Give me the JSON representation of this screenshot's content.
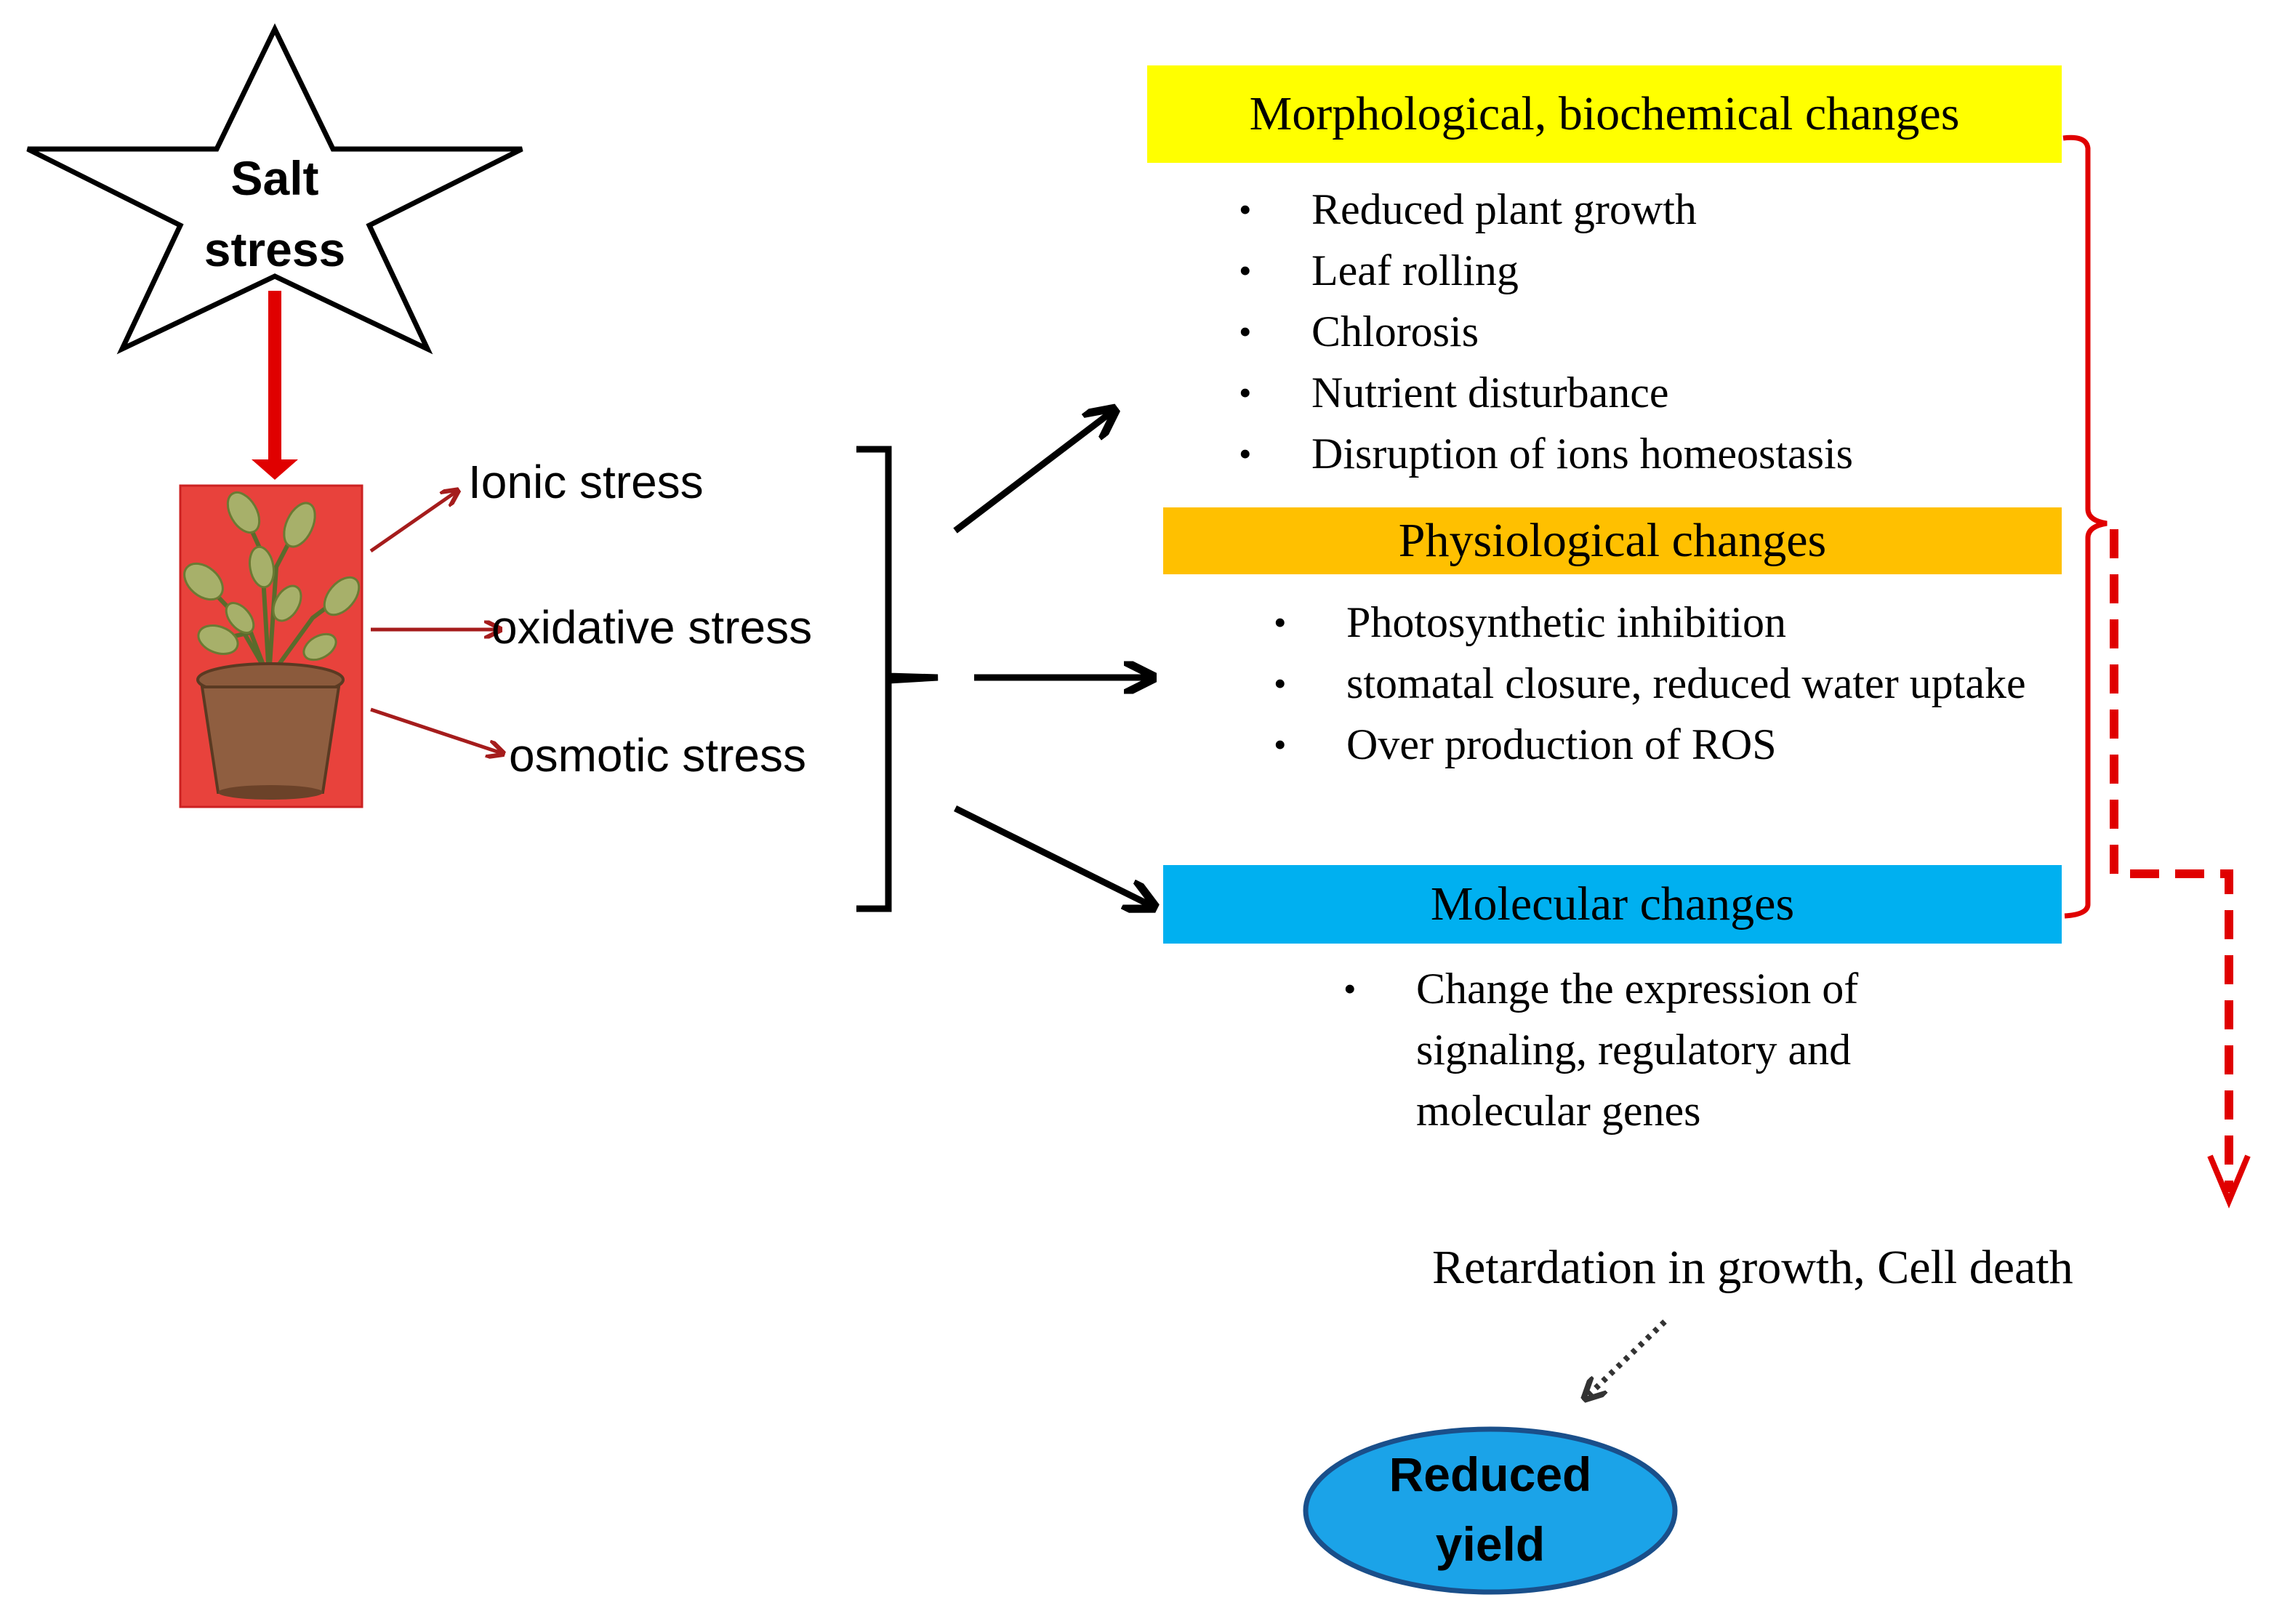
{
  "star": {
    "line1": "Salt",
    "line2": "stress"
  },
  "stresses": {
    "ionic": "Ionic stress",
    "oxidative": "oxidative stress",
    "osmotic": "osmotic stress"
  },
  "morphological": {
    "title": "Morphological, biochemical changes",
    "color": "#FFFF00",
    "items": [
      "Reduced plant growth",
      "Leaf rolling",
      "Chlorosis",
      "Nutrient disturbance",
      "Disruption of ions homeostasis"
    ]
  },
  "physiological": {
    "title": "Physiological  changes",
    "color": "#FFC000",
    "items": [
      "Photosynthetic  inhibition",
      "stomatal closure, reduced water uptake",
      "Over production of ROS"
    ]
  },
  "molecular": {
    "title": "Molecular changes",
    "color": "#00B0F0",
    "items": [
      "Change the expression of signaling, regulatory and molecular genes"
    ]
  },
  "outcome": "Retardation in growth, Cell death",
  "result": {
    "line1": "Reduced",
    "line2": "yield",
    "color": "#1BA3E8"
  },
  "colors": {
    "red": "#E00000",
    "darkred": "#A51C1C",
    "plant_bg": "#E8423C"
  }
}
